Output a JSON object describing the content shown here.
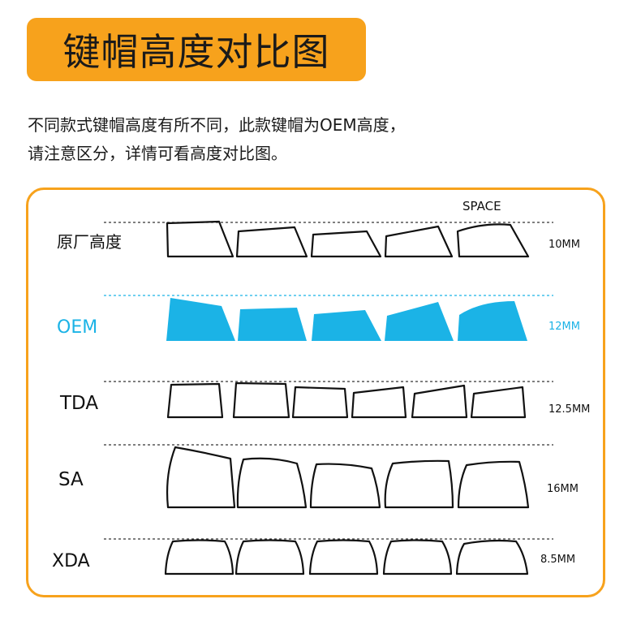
{
  "title": "键帽高度对比图",
  "description": {
    "line1": "不同款式键帽高度有所不同，此款键帽为OEM高度，",
    "line2": "请注意区分，详情可看高度对比图。"
  },
  "space_label": "SPACE",
  "colors": {
    "accent": "#f7a21c",
    "highlight": "#1bb3e6",
    "outline": "#111111"
  },
  "rows": [
    {
      "name": "原厂高度",
      "height": "10MM",
      "highlighted": false
    },
    {
      "name": "OEM",
      "height": "12MM",
      "highlighted": true
    },
    {
      "name": "TDA",
      "height": "12.5MM",
      "highlighted": false
    },
    {
      "name": "SA",
      "height": "16MM",
      "highlighted": false
    },
    {
      "name": "XDA",
      "height": "8.5MM",
      "highlighted": false
    }
  ]
}
